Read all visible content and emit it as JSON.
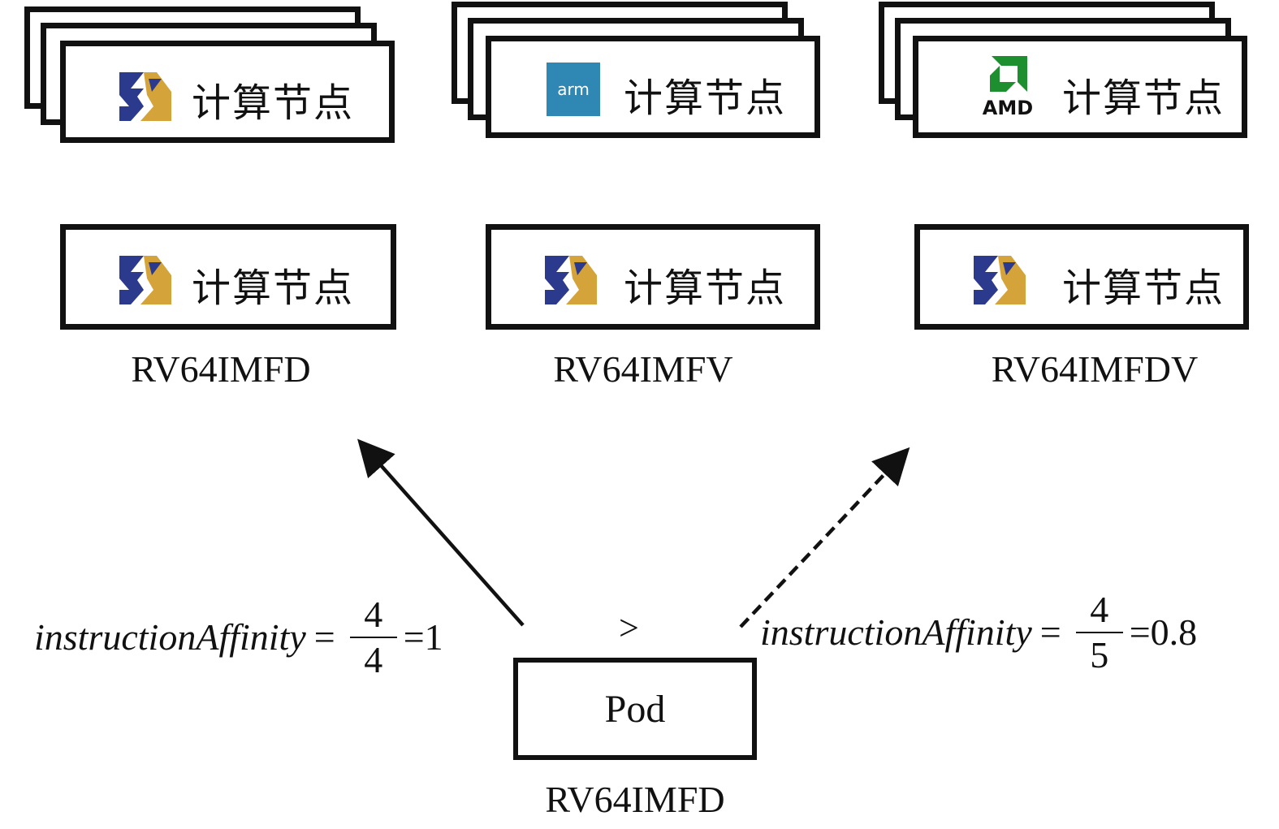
{
  "groups": [
    {
      "node_text": "计算节点",
      "logo": "sophgo-logo",
      "isa_label": ""
    },
    {
      "node_text": "计算节点",
      "logo": "arm-logo",
      "logo_text": "arm",
      "isa_label": ""
    },
    {
      "node_text": "计算节点",
      "logo": "amd-logo",
      "logo_text": "AMD",
      "isa_label": ""
    }
  ],
  "single_nodes": [
    {
      "node_text": "计算节点",
      "logo": "sophgo-logo",
      "isa_label": "RV64IMFD"
    },
    {
      "node_text": "计算节点",
      "logo": "sophgo-logo",
      "isa_label": "RV64IMFV"
    },
    {
      "node_text": "计算节点",
      "logo": "sophgo-logo",
      "isa_label": "RV64IMFDV"
    }
  ],
  "pod": {
    "label": "Pod",
    "isa_label": "RV64IMFD"
  },
  "formulas": {
    "left": {
      "name": "instructionAffinity",
      "eq": "=",
      "numerator": "4",
      "denominator": "4",
      "result": "=1"
    },
    "right": {
      "name": "instructionAffinity",
      "eq": "=",
      "numerator": "4",
      "denominator": "5",
      "result": "=0.8"
    },
    "comparison": ">"
  },
  "arrows": [
    {
      "from": "pod",
      "to": "RV64IMFD",
      "style": "solid"
    },
    {
      "from": "pod",
      "to": "RV64IMFDV",
      "style": "dashed"
    }
  ],
  "colors": {
    "stroke": "#111111",
    "sophgo_blue": "#2b3a8c",
    "sophgo_gold": "#d4a33a",
    "arm_blue": "#2f87b3",
    "amd_green": "#1e8f2e"
  }
}
